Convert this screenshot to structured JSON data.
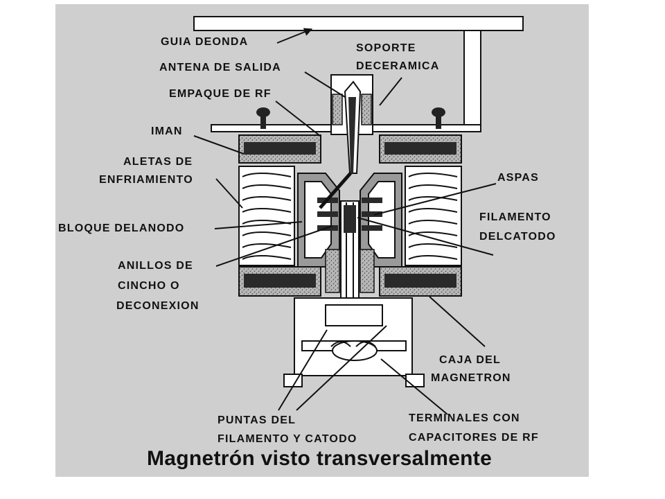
{
  "labels": {
    "guia_de_onda": "GUIA DEONDA",
    "antena_de_salida": "ANTENA DE SALIDA",
    "soporte_l1": "SOPORTE",
    "soporte_l2": "DECERAMICA",
    "empaque_de_rf": "EMPAQUE DE RF",
    "iman": "IMAN",
    "aletas_l1": "ALETAS DE",
    "aletas_l2": "ENFRIAMIENTO",
    "aspas": "ASPAS",
    "filamento_l1": "FILAMENTO",
    "filamento_l2": "DELCATODO",
    "bloque_del_anodo": "BLOQUE DELANODO",
    "anillos_l1": "ANILLOS DE",
    "anillos_l2": "CINCHO O",
    "anillos_l3": "DECONEXION",
    "caja_l1": "CAJA DEL",
    "caja_l2": "MAGNETRON",
    "puntas_l1": "PUNTAS DEL",
    "puntas_l2": "FILAMENTO Y CATODO",
    "terminales_l1": "TERMINALES CON",
    "terminales_l2": "CAPACITORES DE RF"
  },
  "caption": "Magnetrón visto transversalmente",
  "colors": {
    "panel": "#cfcfcf",
    "ink": "#111111",
    "dark_fill": "#2a2a2a",
    "speckle": "#9a9a9a",
    "white": "#ffffff"
  }
}
